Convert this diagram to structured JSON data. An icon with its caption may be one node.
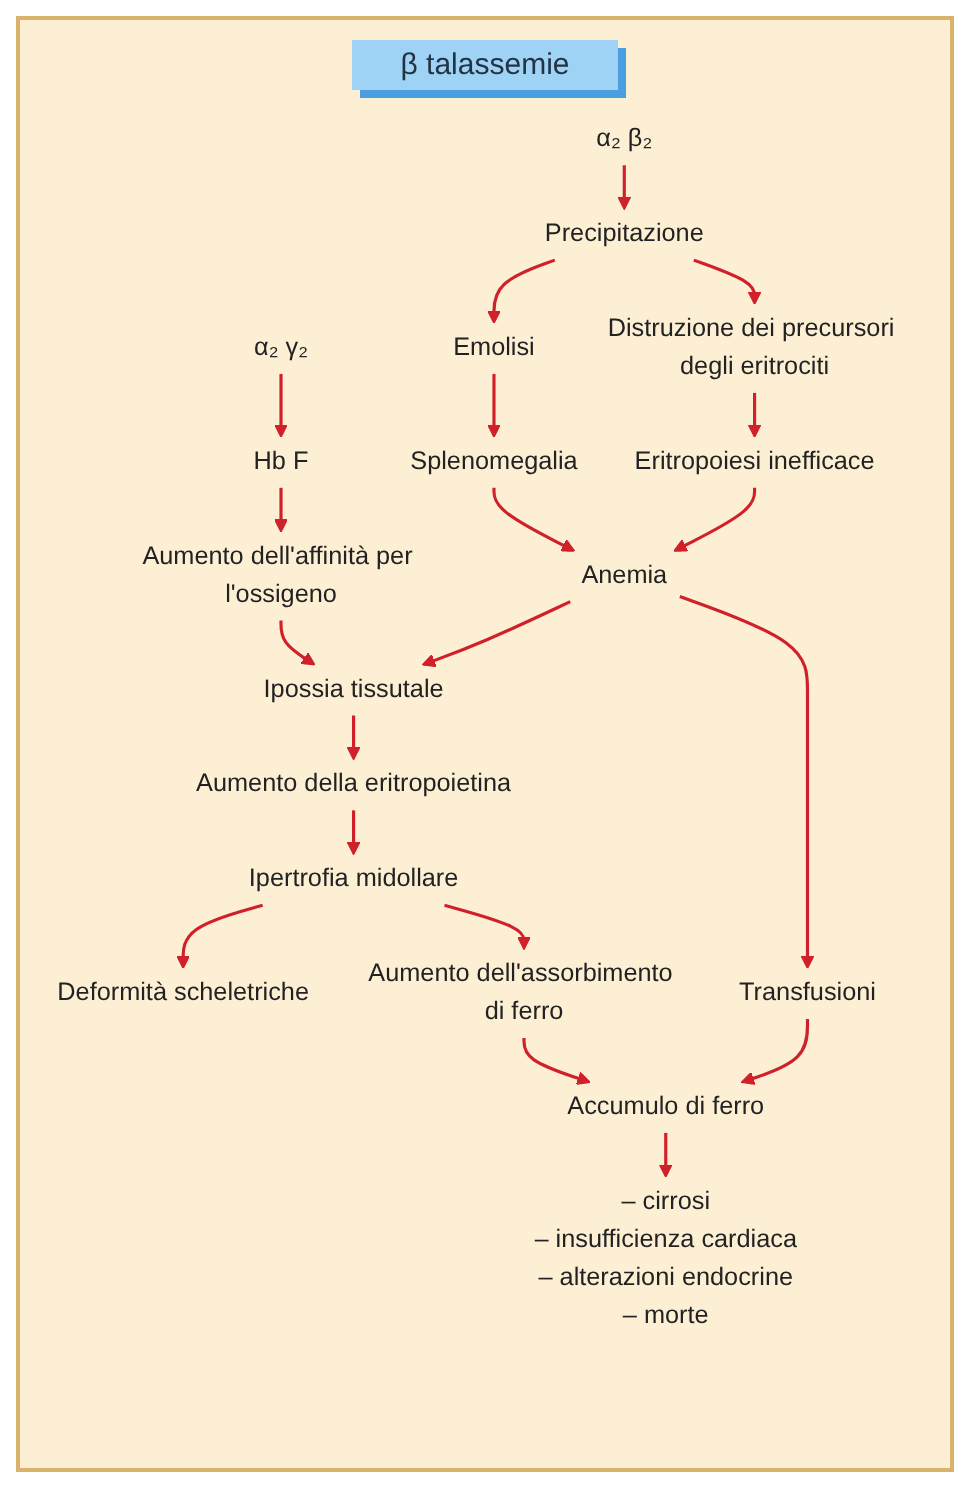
{
  "diagram": {
    "title": "β talassemie",
    "nodes": [
      {
        "text": [
          "α₂ γ₂"
        ]
      },
      {
        "text": [
          "α₂ β₂"
        ]
      },
      {
        "text": [
          "Hb F"
        ]
      },
      {
        "text": [
          "Precipitazione"
        ]
      },
      {
        "text": [
          "Emolisi"
        ]
      },
      {
        "text": [
          "Distruzione dei precursori degli eritrociti"
        ]
      },
      {
        "text": [
          "Aumento dell'affinità per l'ossigeno"
        ]
      },
      {
        "text": [
          "Splenomegalia"
        ]
      },
      {
        "text": [
          "Eritropoiesi inefficace"
        ]
      },
      {
        "text": [
          "Ipossia tissutale"
        ]
      },
      {
        "text": [
          "Anemia"
        ]
      },
      {
        "text": [
          "Aumento della eritropoietina"
        ]
      },
      {
        "text": [
          "Transfusioni"
        ]
      },
      {
        "text": [
          "Ipertrofia midollare"
        ]
      },
      {
        "text": [
          "Accumulo di ferro"
        ]
      },
      {
        "text": [
          "Deformità scheletriche"
        ]
      },
      {
        "text": [
          "Aumento dell'assorbimento di ferro"
        ]
      },
      {
        "text": [
          "– cirrosi",
          "– insufficienza cardiaca",
          "– alterazioni endocrine",
          "– morte"
        ]
      }
    ],
    "edges": [
      {
        "from": 0,
        "to": 2,
        "arrow": "to"
      },
      {
        "from": 1,
        "to": 3,
        "arrow": "to"
      },
      {
        "from": 2,
        "to": 6,
        "arrow": "to"
      },
      {
        "from": 3,
        "to": 4,
        "arrow": "to"
      },
      {
        "from": 3,
        "to": 5,
        "arrow": "to"
      },
      {
        "from": 4,
        "to": 7,
        "arrow": "to"
      },
      {
        "from": 5,
        "to": 8,
        "arrow": "to"
      },
      {
        "from": 6,
        "to": 9,
        "arrow": "to"
      },
      {
        "from": 7,
        "to": 10,
        "arrow": "to"
      },
      {
        "from": 8,
        "to": 10,
        "arrow": "to"
      },
      {
        "from": 10,
        "to": 9,
        "arrow": "to"
      },
      {
        "from": 9,
        "to": 11,
        "arrow": "to"
      },
      {
        "from": 10,
        "to": 12,
        "arrow": "to"
      },
      {
        "from": 11,
        "to": 13,
        "arrow": "to"
      },
      {
        "from": 12,
        "to": 14,
        "arrow": "to"
      },
      {
        "from": 13,
        "to": 15,
        "arrow": "to"
      },
      {
        "from": 13,
        "to": 16,
        "arrow": "to"
      },
      {
        "from": 16,
        "to": 14,
        "arrow": "to"
      },
      {
        "from": 14,
        "to": 17,
        "arrow": "to"
      }
    ]
  }
}
